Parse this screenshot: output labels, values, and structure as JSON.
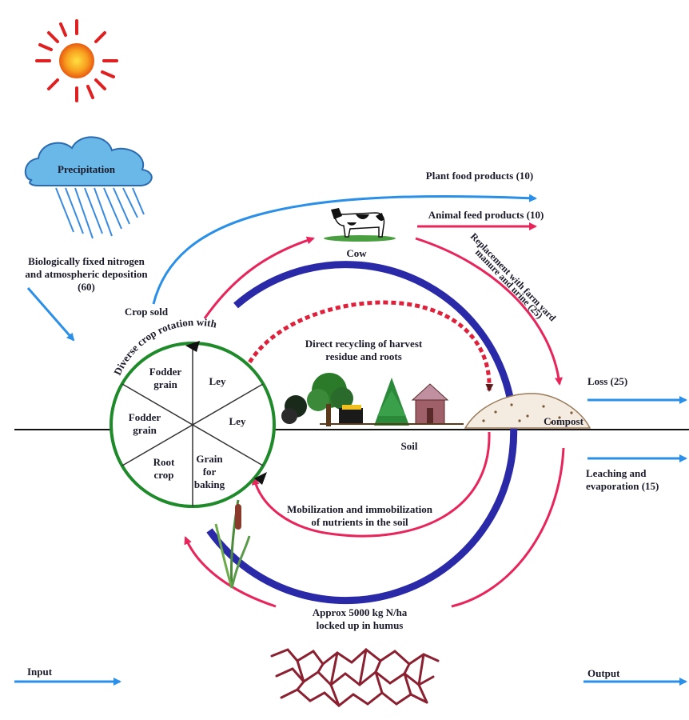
{
  "labels": {
    "precipitation": "Precipitation",
    "bio_fixed_1": "Biologically fixed nitrogen",
    "bio_fixed_2": "and atmospheric deposition",
    "bio_fixed_3": "(60)",
    "crop_sold": "Crop sold",
    "plant_food": "Plant food products (10)",
    "animal_feed": "Animal feed products (10)",
    "cow": "Cow",
    "replacement_1": "Replacement with farm yard",
    "replacement_2": "manure and urine (25)",
    "rotation": "Diverse crop rotation with",
    "direct_1": "Direct recycling of harvest",
    "direct_2": "residue and roots",
    "loss": "Loss (25)",
    "compost": "Compost",
    "soil": "Soil",
    "leaching_1": "Leaching and",
    "leaching_2": "evaporation (15)",
    "mobil_1": "Mobilization and immobilization",
    "mobil_2": "of nutrients in the soil",
    "humus_1": "Approx 5000 kg N/ha",
    "humus_2": "locked up in humus",
    "input": "Input",
    "output": "Output"
  },
  "segments": {
    "fodder_grain_top_1": "Fodder",
    "fodder_grain_top_2": "grain",
    "ley_top": "Ley",
    "ley_right": "Ley",
    "fodder_grain_left_1": "Fodder",
    "fodder_grain_left_2": "grain",
    "root_crop_1": "Root",
    "root_crop_2": "crop",
    "grain_baking_1": "Grain",
    "grain_baking_2": "for",
    "grain_baking_3": "baking"
  },
  "colors": {
    "blue_arrow": "#2a8fe8",
    "red_arrow": "#e8245a",
    "humus_ring": "#2a2aa8",
    "rotation_ring": "#1e8a2a",
    "dashed_red": "#e0203a",
    "sun": "#f08a10",
    "cloud": "#6ab8e8",
    "roots": "#8a2030"
  }
}
